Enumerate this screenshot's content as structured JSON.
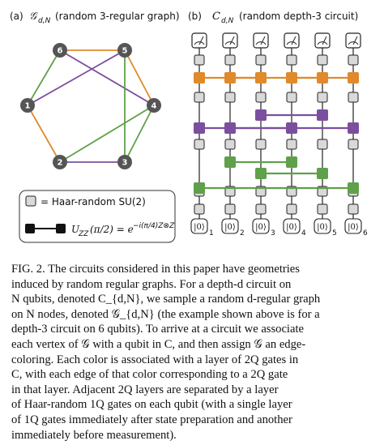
{
  "panel_a": {
    "tag": "(a)",
    "graph_symbol": "𝒢",
    "graph_sub": "d,N",
    "title_text": "(random 3-regular graph)",
    "nodes": [
      "1",
      "2",
      "3",
      "4",
      "5",
      "6"
    ]
  },
  "panel_b": {
    "tag": "(b)",
    "circuit_symbol": "C",
    "circuit_sub": "d,N",
    "title_text": "(random depth-3 circuit)",
    "qubit_labels": [
      "1",
      "2",
      "3",
      "4",
      "5",
      "6"
    ],
    "ket": "|0⟩"
  },
  "legend": {
    "haar_text": "= Haar-random SU(2)",
    "gate_formula": "U",
    "gate_formula_sub": "ZZ",
    "gate_formula_rest": "(π/2) = e",
    "gate_formula_exp": "−i(π/4)Z⊗Z"
  },
  "colors": {
    "orange": "#E08A2C",
    "purple": "#7B4F9E",
    "green": "#5FA04A",
    "haar_fill": "#d9d9d9",
    "node_fill": "#555555"
  },
  "caption": {
    "lines": [
      "FIG. 2.  The circuits considered in this paper have geometries",
      "induced by random regular graphs.  For a depth-d circuit on",
      "N qubits, denoted C_{d,N}, we sample a random d-regular graph",
      "on N nodes, denoted 𝒢_{d,N} (the example shown above is for a",
      "depth-3 circuit on 6 qubits).  To arrive at a circuit we associate",
      "each vertex of 𝒢 with a qubit in C, and then assign 𝒢 an edge-",
      "coloring.  Each color is associated with a layer of 2Q gates in",
      "C, with each edge of that color corresponding to a 2Q gate",
      "in that layer.  Adjacent 2Q layers are separated by a layer",
      "of Haar-random 1Q gates on each qubit (with a single layer",
      "of 1Q gates immediately after state preparation and another",
      "immediately before measurement)."
    ]
  }
}
